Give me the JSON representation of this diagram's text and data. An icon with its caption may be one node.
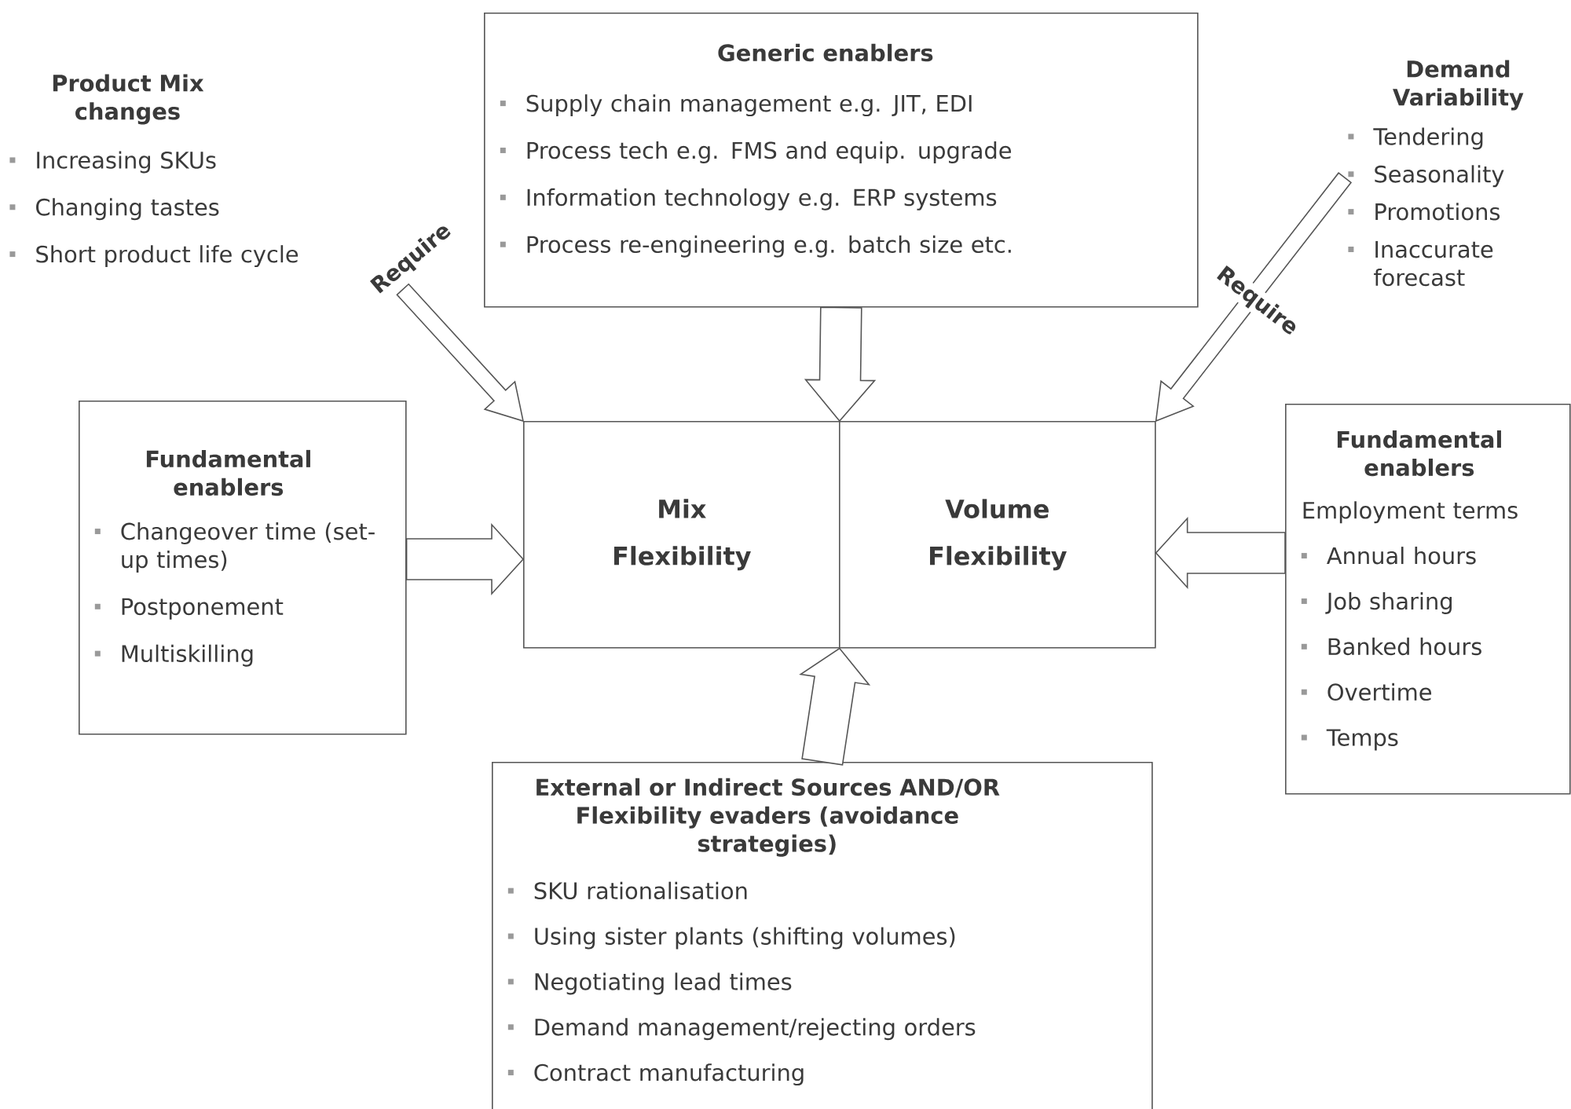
{
  "diagram": {
    "nodes": [
      {
        "text": [
          "Product Mix changes",
          "Increasing SKUs",
          "Changing tastes",
          "Short product life cycle"
        ]
      },
      {
        "text": [
          "Generic enablers",
          "Supply chain management e.g. JIT, EDI",
          "Process tech e.g. FMS and equip. upgrade",
          "Information technology e.g. ERP systems",
          "Process re-engineering e.g. batch size etc."
        ]
      },
      {
        "text": [
          "Demand Variability",
          "Tendering",
          "Seasonality",
          "Promotions",
          "Inaccurate forecast"
        ]
      },
      {
        "text": [
          "Fundamental enablers",
          "Changeover time (set-up times)",
          "Postponement",
          "Multiskilling"
        ]
      },
      {
        "text": [
          "Mix Flexibility",
          "Volume Flexibility"
        ]
      },
      {
        "text": [
          "Fundamental enablers",
          "Employment terms",
          "Annual hours",
          "Job sharing",
          "Banked hours",
          "Overtime",
          "Temps"
        ]
      },
      {
        "text": [
          "External or Indirect Sources AND/OR Flexibility evaders (avoidance strategies)",
          "SKU rationalisation",
          "Using sister plants (shifting volumes)",
          "Negotiating lead times",
          "Demand management/rejecting orders",
          "Contract manufacturing"
        ]
      }
    ],
    "edges": [
      {
        "from": 0,
        "to": 4,
        "arrow": "to",
        "label": "Require"
      },
      {
        "from": 2,
        "to": 4,
        "arrow": "to",
        "label": "Require"
      },
      {
        "from": 1,
        "to": 4,
        "arrow": "to"
      },
      {
        "from": 3,
        "to": 4,
        "arrow": "to"
      },
      {
        "from": 5,
        "to": 4,
        "arrow": "to"
      },
      {
        "from": 6,
        "to": 4,
        "arrow": "to"
      }
    ]
  }
}
